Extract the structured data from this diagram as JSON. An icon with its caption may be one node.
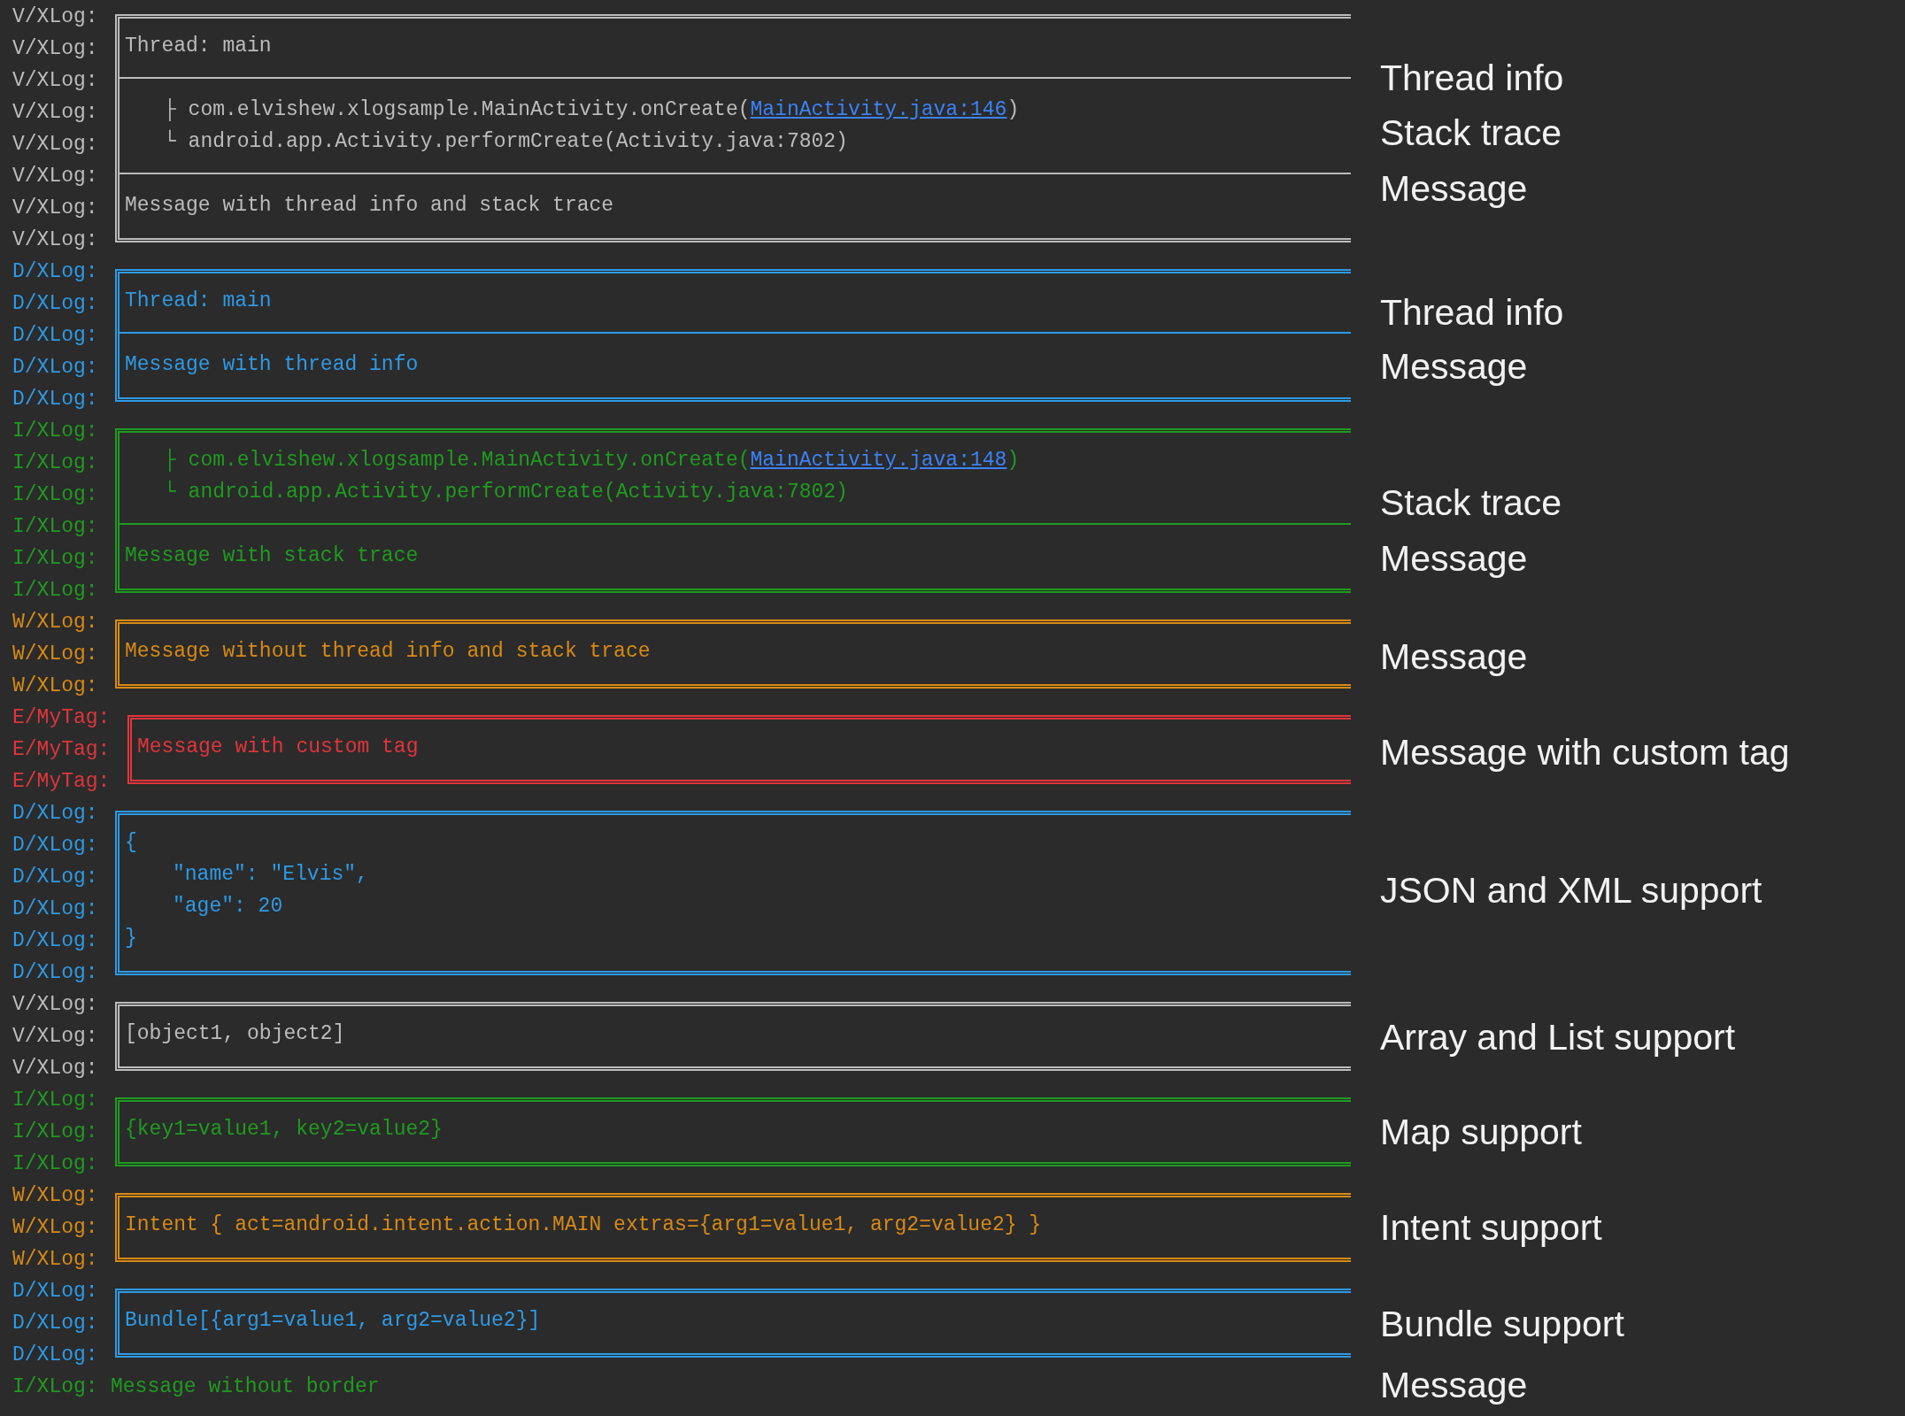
{
  "diagram": {
    "nodes": [
      {
        "text": [
          "Thread: main",
          "├ com.elvishew.xlogsample.MainActivity.onCreate(",
          "MainActivity.java:146",
          ")",
          "└ android.app.Activity.performCreate(Activity.java:7802)",
          "Message with thread info and stack trace"
        ],
        "beside": [
          "Thread info",
          "Stack trace",
          "Message"
        ]
      },
      {
        "text": [
          "Thread: main",
          "Message with thread info"
        ],
        "beside": [
          "Thread info",
          "Message"
        ]
      },
      {
        "text": [
          "├ com.elvishew.xlogsample.MainActivity.onCreate(",
          "MainActivity.java:148",
          ")",
          "└ android.app.Activity.performCreate(Activity.java:7802)",
          "Message with stack trace"
        ],
        "beside": [
          "Stack trace",
          "Message"
        ]
      },
      {
        "text": [
          "Message without thread info and stack trace"
        ],
        "beside": [
          "Message"
        ]
      },
      {
        "text": [
          "Message with custom tag"
        ],
        "beside": [
          "Message with custom tag"
        ]
      },
      {
        "text": [
          "{",
          "\"name\": \"Elvis\",",
          "\"age\": 20",
          "}"
        ],
        "beside": [
          "JSON and XML support"
        ]
      },
      {
        "text": [
          "[object1, object2]"
        ],
        "beside": [
          "Array and List support"
        ]
      },
      {
        "text": [
          "{key1=value1, key2=value2}"
        ],
        "beside": [
          "Map support"
        ]
      },
      {
        "text": [
          "Intent { act=android.intent.action.MAIN extras={arg1=value1, arg2=value2} }"
        ],
        "beside": [
          "Intent support"
        ]
      },
      {
        "text": [
          "Bundle[{arg1=value1, arg2=value2}]"
        ],
        "beside": [
          "Bundle support"
        ]
      }
    ],
    "edges": [],
    "labels": [
      "V/XLog:",
      "V/XLog:",
      "V/XLog:",
      "V/XLog:",
      "V/XLog:",
      "V/XLog:",
      "V/XLog:",
      "V/XLog:",
      "D/XLog:",
      "D/XLog:",
      "D/XLog:",
      "D/XLog:",
      "D/XLog:",
      "I/XLog:",
      "I/XLog:",
      "I/XLog:",
      "I/XLog:",
      "I/XLog:",
      "I/XLog:",
      "W/XLog:",
      "W/XLog:",
      "W/XLog:",
      "E/MyTag:",
      "E/MyTag:",
      "E/MyTag:",
      "D/XLog:",
      "D/XLog:",
      "D/XLog:",
      "D/XLog:",
      "D/XLog:",
      "D/XLog:",
      "V/XLog:",
      "V/XLog:",
      "V/XLog:",
      "I/XLog:",
      "I/XLog:",
      "I/XLog:",
      "W/XLog:",
      "W/XLog:",
      "W/XLog:",
      "D/XLog:",
      "D/XLog:",
      "D/XLog:",
      "I/XLog:",
      "Message without border",
      "Message"
    ]
  }
}
